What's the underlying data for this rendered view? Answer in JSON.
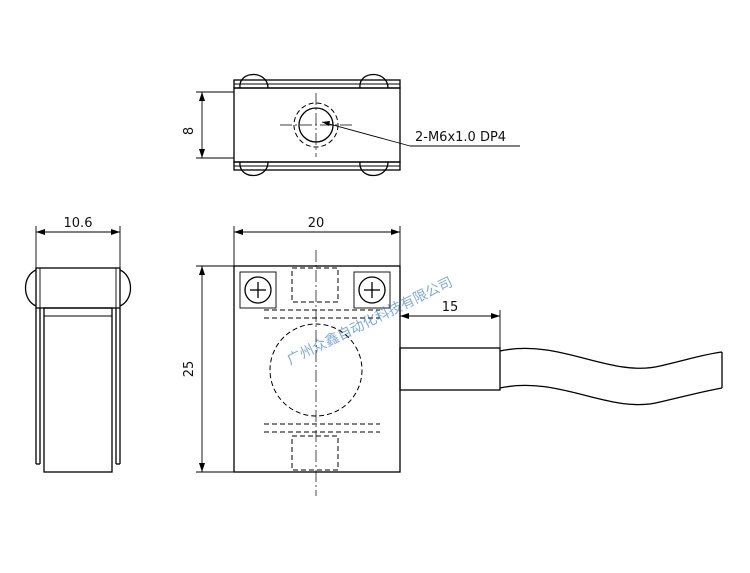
{
  "drawing": {
    "dimensions": {
      "height_top_view": "8",
      "side_width": "10.6",
      "front_width": "20",
      "front_height": "25",
      "cable_length": "15"
    },
    "callouts": {
      "thread": "2-M6x1.0 DP4"
    },
    "watermark": "广州众鑫自动化科技有限公司"
  }
}
